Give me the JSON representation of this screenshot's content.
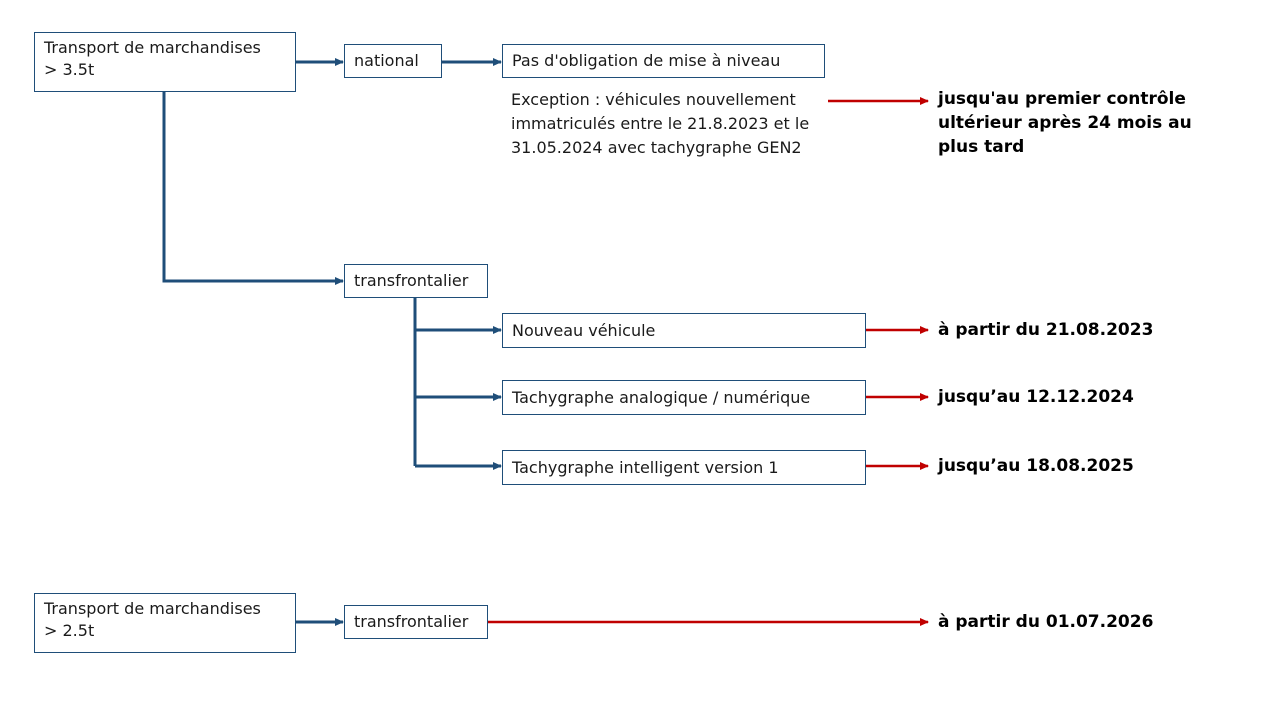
{
  "colors": {
    "flow": "#1f4e79",
    "result_arrow": "#c00000"
  },
  "top_group": {
    "root": [
      "Transport de marchandises",
      "> 3.5t"
    ],
    "national": {
      "label": "national",
      "outcome": "Pas d'obligation de mise à niveau",
      "exception": [
        "Exception : véhicules nouvellement",
        "immatriculés entre le 21.8.2023 et le",
        "31.05.2024 avec tachygraphe GEN2"
      ],
      "exception_result": [
        "jusqu'au premier contrôle",
        "ultérieur après 24 mois au",
        "plus tard"
      ]
    },
    "crossborder": {
      "label": "transfrontalier",
      "items": [
        {
          "label": "Nouveau véhicule",
          "result": "à partir du 21.08.2023"
        },
        {
          "label": "Tachygraphe analogique / numérique",
          "result": "jusqu’au 12.12.2024"
        },
        {
          "label": "Tachygraphe intelligent version 1",
          "result": "jusqu’au 18.08.2025"
        }
      ]
    }
  },
  "bottom_group": {
    "root": [
      "Transport de marchandises",
      "> 2.5t"
    ],
    "crossborder": {
      "label": "transfrontalier",
      "result": "à partir du 01.07.2026"
    }
  }
}
